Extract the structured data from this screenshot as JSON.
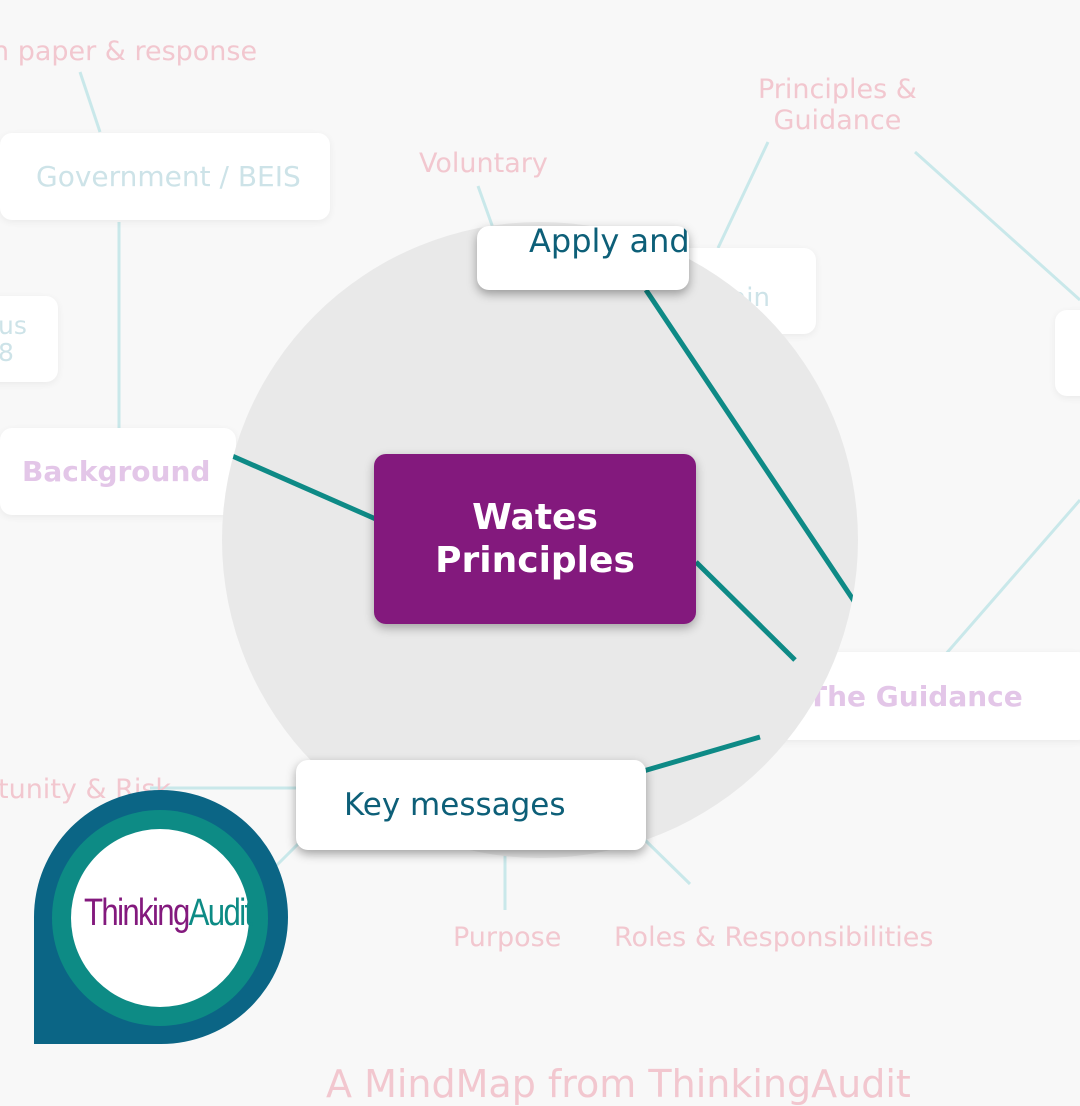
{
  "central_topic": {
    "line1": "Wates",
    "line2": "Principles"
  },
  "branches": {
    "background": "Background",
    "guidance": "The Guidance",
    "key_messages": "Key messages",
    "apply_explain": "Apply and Explain"
  },
  "background_nodes": {
    "government": "Government / BEIS",
    "paper_response": "n paper & response",
    "status_line1": "us",
    "status_line2": "8",
    "principles_guidance_line1": "Principles &",
    "principles_guidance_line2": "Guidance",
    "voluntary": "Voluntary",
    "explain_fragment": "lain",
    "opportunity_risk": "tunity & Risk",
    "purpose": "Purpose",
    "roles": "Roles & Responsibilities"
  },
  "footer": "A MindMap from ThinkingAudit",
  "logo": {
    "word1": "Thinking",
    "word2": "Audit"
  },
  "colors": {
    "central": "#83197d",
    "connector": "#0e8a86",
    "faded_connector": "#c9e8ea",
    "strong_text": "#0d5f78",
    "logo_outer": "#0b6585",
    "logo_ring": "#0d8b85"
  }
}
